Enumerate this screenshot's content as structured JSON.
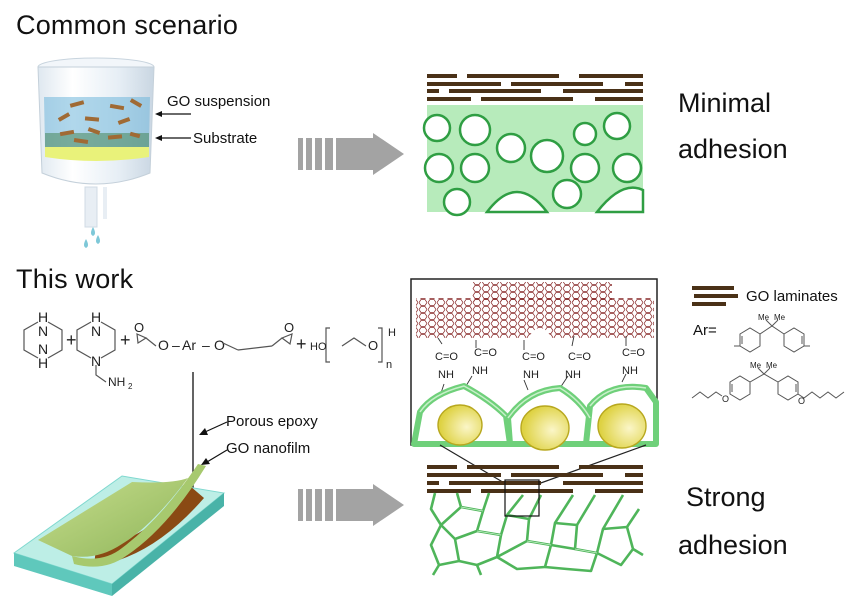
{
  "sections": {
    "common": {
      "heading": "Common scenario",
      "funnel_labels": {
        "suspension": "GO suspension",
        "substrate": "Substrate"
      },
      "result": {
        "line1": "Minimal",
        "line2": "adhesion"
      }
    },
    "this_work": {
      "heading": "This work",
      "reactants": {
        "plus": "+",
        "piperazine_atoms": [
          "H",
          "N",
          "N",
          "H"
        ],
        "aminoethylpiperazine_atoms": [
          "H",
          "N",
          "N",
          "NH2"
        ],
        "epoxy_core": [
          "O",
          "O",
          "Ar",
          "O",
          "O"
        ],
        "peg": {
          "ho": "HO",
          "o": "O",
          "h": "H",
          "n": "n"
        }
      },
      "film_labels": {
        "porous_epoxy": "Porous epoxy",
        "go_nanofilm": "GO nanofilm"
      },
      "zoom_inset": {
        "linkages": [
          {
            "top": "C=O",
            "bottom": "NH"
          },
          {
            "top": "C=O",
            "bottom": "NH"
          },
          {
            "top": "C=O",
            "bottom": "NH"
          },
          {
            "top": "C=O",
            "bottom": "NH"
          },
          {
            "top": "C=O",
            "bottom": "NH"
          }
        ]
      },
      "result": {
        "line1": "Strong",
        "line2": "adhesion"
      }
    }
  },
  "legend": {
    "go_laminates": "GO laminates",
    "ar_label": "Ar=",
    "me": "Me",
    "o": "O"
  },
  "colors": {
    "go_brown": "#4a3117",
    "epoxy_green": "#6fd07a",
    "arrow_gray": "#a3a3a3",
    "nucleus_yellow": "#e3d84a",
    "glass_cyan": "#7fd8cf"
  }
}
